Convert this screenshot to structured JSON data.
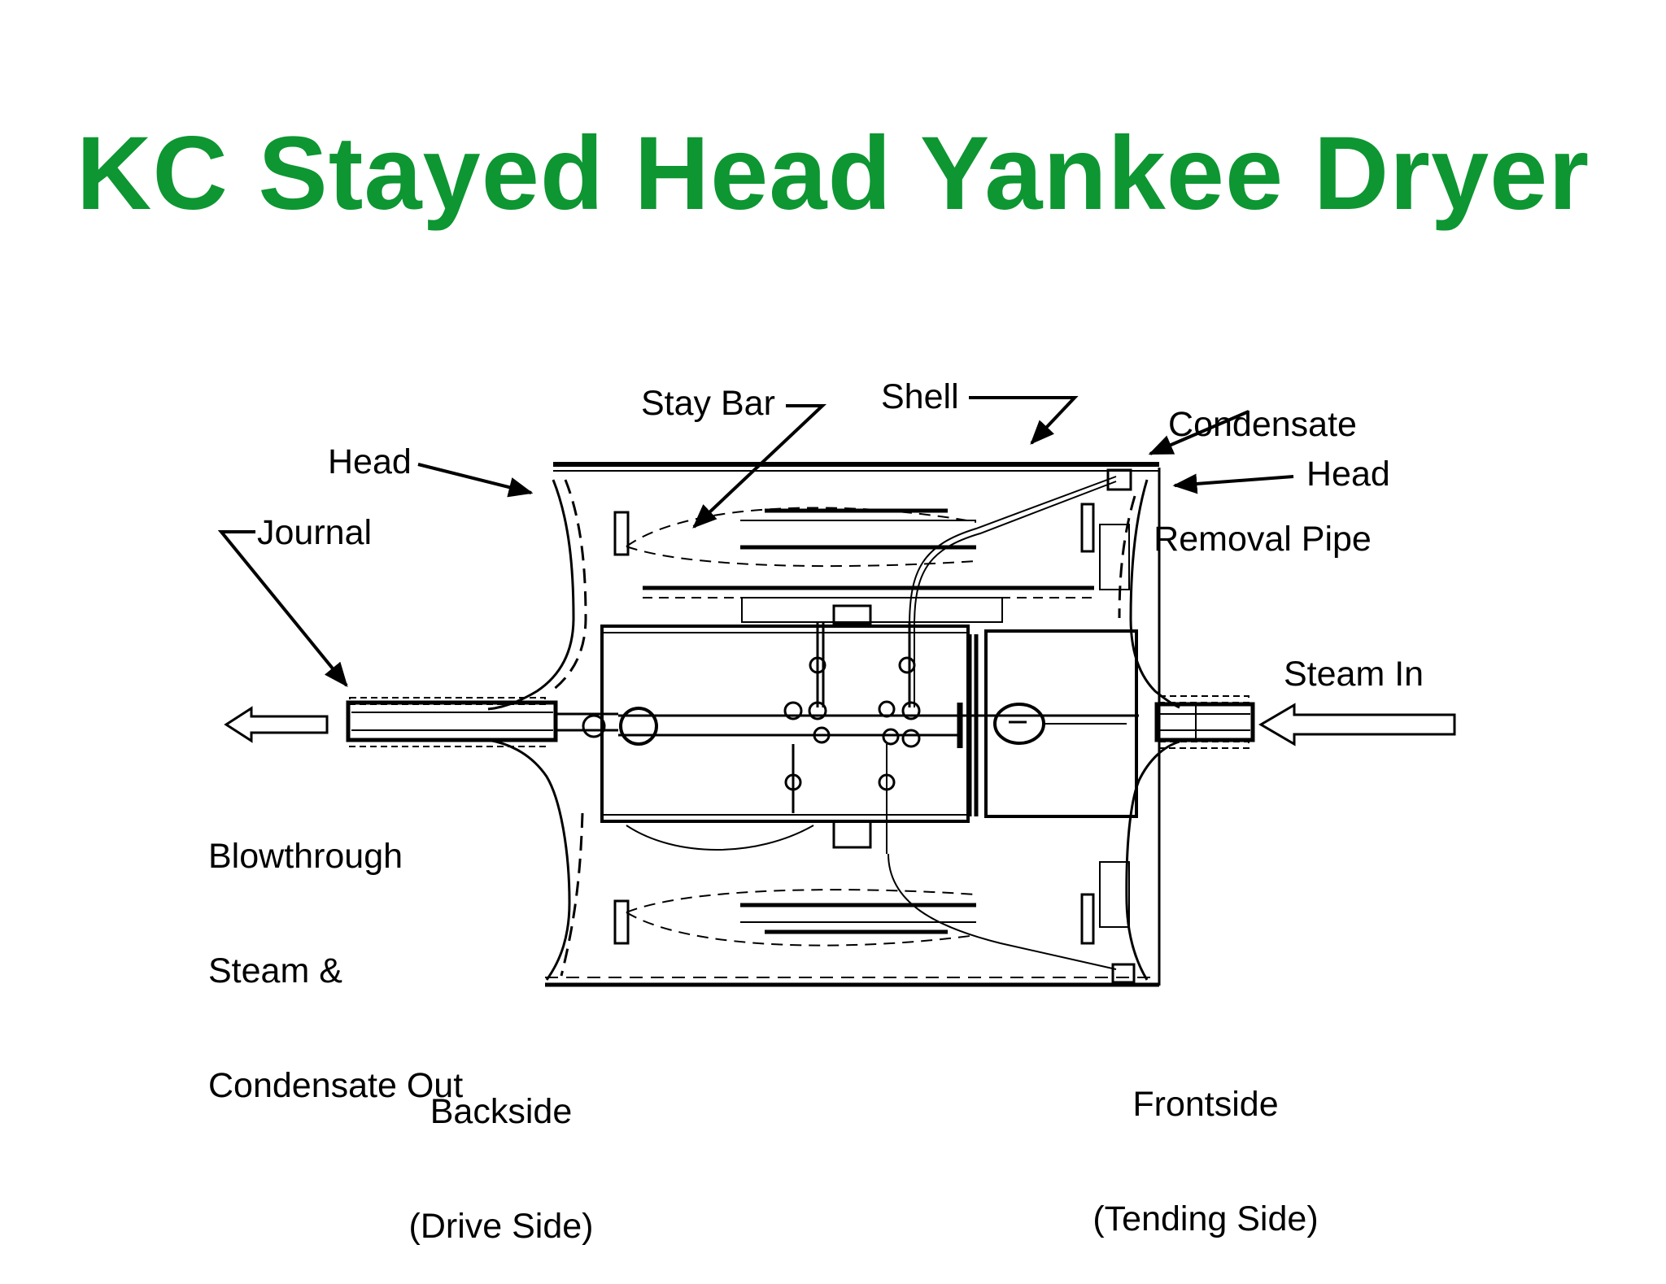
{
  "title": "KC Stayed Head Yankee Dryer",
  "colors": {
    "title": "#0d9632",
    "ink": "#000000",
    "background": "#ffffff"
  },
  "labels": {
    "stay_bar": "Stay Bar",
    "shell": "Shell",
    "condensate_removal_pipe_line1": "Condensate",
    "condensate_removal_pipe_line2": "Removal Pipe",
    "head_left": "Head",
    "head_right": "Head",
    "journal": "Journal",
    "steam_in": "Steam In",
    "blowthrough_line1": "Blowthrough",
    "blowthrough_line2": "Steam &",
    "blowthrough_line3": "Condensate Out",
    "backside_line1": "Backside",
    "backside_line2": "(Drive Side)",
    "frontside_line1": "Frontside",
    "frontside_line2": "(Tending Side)"
  }
}
